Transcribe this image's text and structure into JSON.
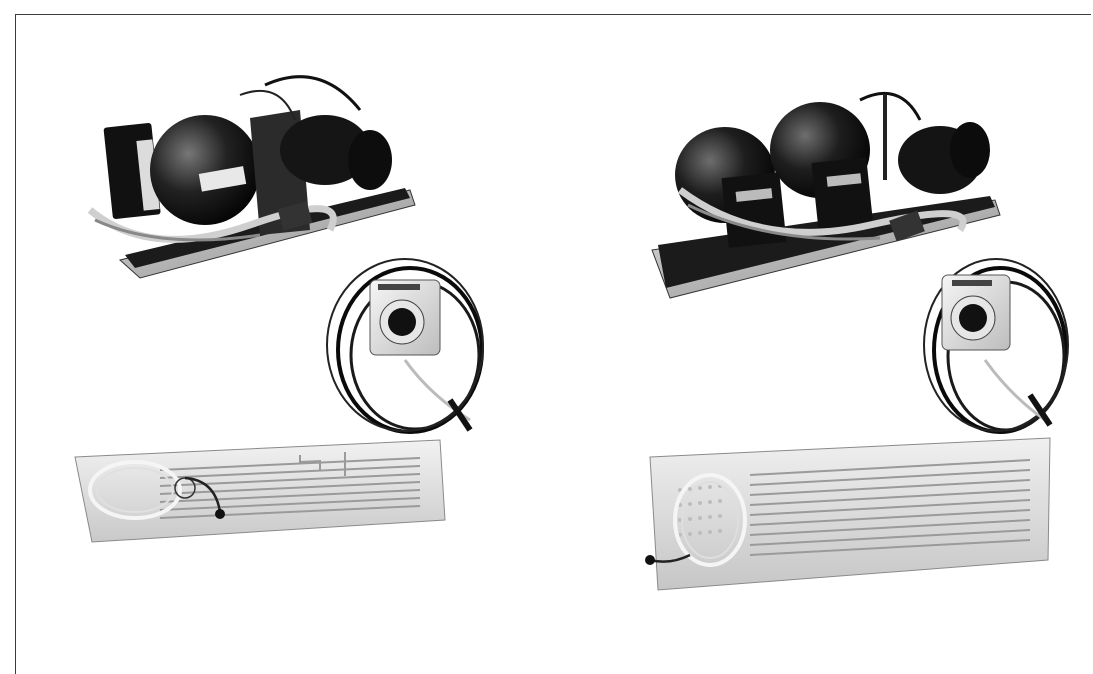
{
  "kits": [
    {
      "name": "single-compressor-kit",
      "components": [
        "compressor-unit",
        "thermostat-control",
        "evaporator-plate"
      ]
    },
    {
      "name": "dual-compressor-kit",
      "components": [
        "compressor-unit",
        "thermostat-control",
        "evaporator-plate"
      ]
    }
  ]
}
